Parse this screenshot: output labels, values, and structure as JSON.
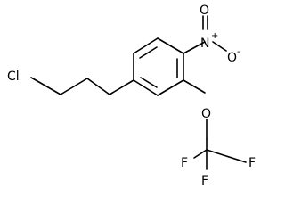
{
  "structure": {
    "atoms": {
      "cl": "Cl",
      "n": "N",
      "n_charge": "+",
      "o_top": "O",
      "o_right": "O",
      "o_right_charge": "-",
      "o_ether": "O",
      "f_left": "F",
      "f_bottom": "F",
      "f_right": "F"
    }
  }
}
